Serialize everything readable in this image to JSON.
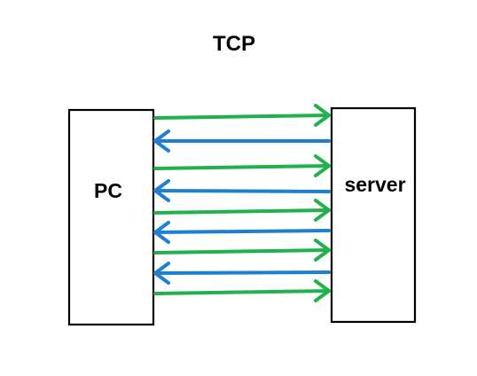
{
  "title": "TCP",
  "left_box_label": "PC",
  "right_box_label": "server",
  "colors": {
    "forward_arrow": "#22b14c",
    "backward_arrow": "#1f7fd1",
    "box_stroke": "#000000",
    "text": "#000000",
    "background": "#ffffff"
  },
  "arrows": [
    {
      "direction": "to-server",
      "color_key": "forward_arrow"
    },
    {
      "direction": "to-pc",
      "color_key": "backward_arrow"
    },
    {
      "direction": "to-server",
      "color_key": "forward_arrow"
    },
    {
      "direction": "to-pc",
      "color_key": "backward_arrow"
    },
    {
      "direction": "to-server",
      "color_key": "forward_arrow"
    },
    {
      "direction": "to-pc",
      "color_key": "backward_arrow"
    },
    {
      "direction": "to-server",
      "color_key": "forward_arrow"
    },
    {
      "direction": "to-pc",
      "color_key": "backward_arrow"
    },
    {
      "direction": "to-server",
      "color_key": "forward_arrow"
    }
  ]
}
